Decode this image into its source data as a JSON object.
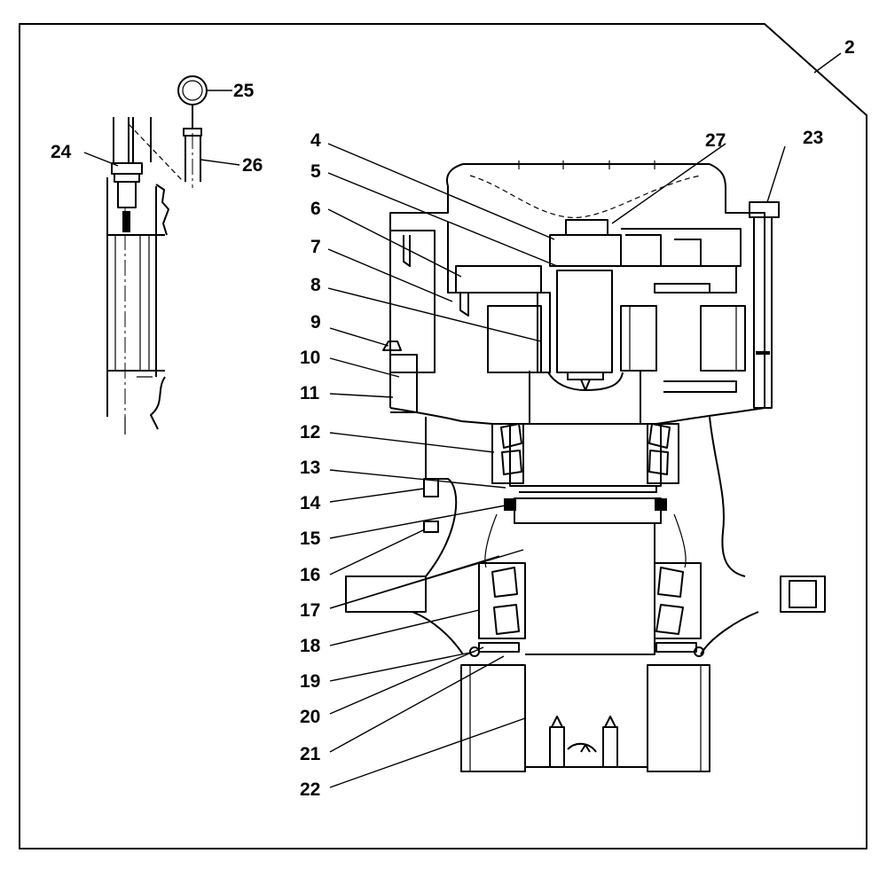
{
  "group_number": "2",
  "parts": [
    {
      "id": "p4",
      "label": "4"
    },
    {
      "id": "p5",
      "label": "5"
    },
    {
      "id": "p6",
      "label": "6"
    },
    {
      "id": "p7",
      "label": "7"
    },
    {
      "id": "p8",
      "label": "8"
    },
    {
      "id": "p9",
      "label": "9"
    },
    {
      "id": "p10",
      "label": "10"
    },
    {
      "id": "p11",
      "label": "11"
    },
    {
      "id": "p12",
      "label": "12"
    },
    {
      "id": "p13",
      "label": "13"
    },
    {
      "id": "p14",
      "label": "14"
    },
    {
      "id": "p15",
      "label": "15"
    },
    {
      "id": "p16",
      "label": "16"
    },
    {
      "id": "p17",
      "label": "17"
    },
    {
      "id": "p18",
      "label": "18"
    },
    {
      "id": "p19",
      "label": "19"
    },
    {
      "id": "p20",
      "label": "20"
    },
    {
      "id": "p21",
      "label": "21"
    },
    {
      "id": "p22",
      "label": "22"
    },
    {
      "id": "p23",
      "label": "23"
    },
    {
      "id": "p24",
      "label": "24"
    },
    {
      "id": "p25",
      "label": "25"
    },
    {
      "id": "p26",
      "label": "26"
    },
    {
      "id": "p27",
      "label": "27"
    }
  ]
}
